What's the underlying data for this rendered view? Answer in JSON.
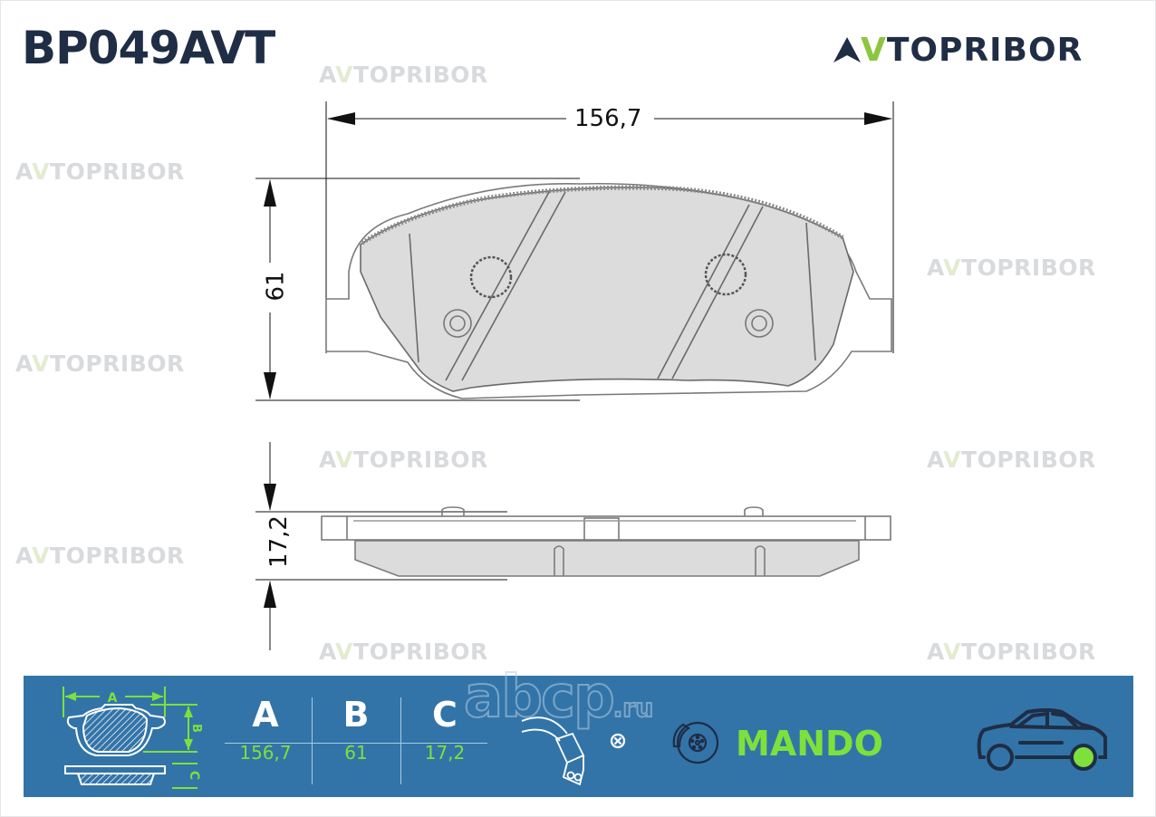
{
  "header": {
    "part_number": "BP049AVT",
    "brand_logo": {
      "prefix": "A",
      "accent": "V",
      "rest": "TOPRIBOR"
    }
  },
  "watermark": {
    "prefix": "A",
    "accent": "V",
    "rest": "TOPRIBOR"
  },
  "abcp_watermark": {
    "main": "abcp",
    "suffix": ".ru"
  },
  "drawing": {
    "width_label": "156,7",
    "height_label": "61",
    "thickness_label": "17,2"
  },
  "spec_banner": {
    "columns": [
      {
        "header": "A",
        "value": "156,7"
      },
      {
        "header": "B",
        "value": "61"
      },
      {
        "header": "C",
        "value": "17,2"
      }
    ],
    "schematic_labels": {
      "a": "A",
      "b": "B",
      "c": "C"
    },
    "wear_sensor": "not-included",
    "oem_brand": "MANDO",
    "axle": "rear"
  },
  "colors": {
    "navy": "#1f2d45",
    "accent_green": "#8cc63f",
    "banner_blue": "#3374a8",
    "banner_value_green": "#7ee03a",
    "pad_fill": "#dcdcdc",
    "line": "#6e6e6e"
  }
}
